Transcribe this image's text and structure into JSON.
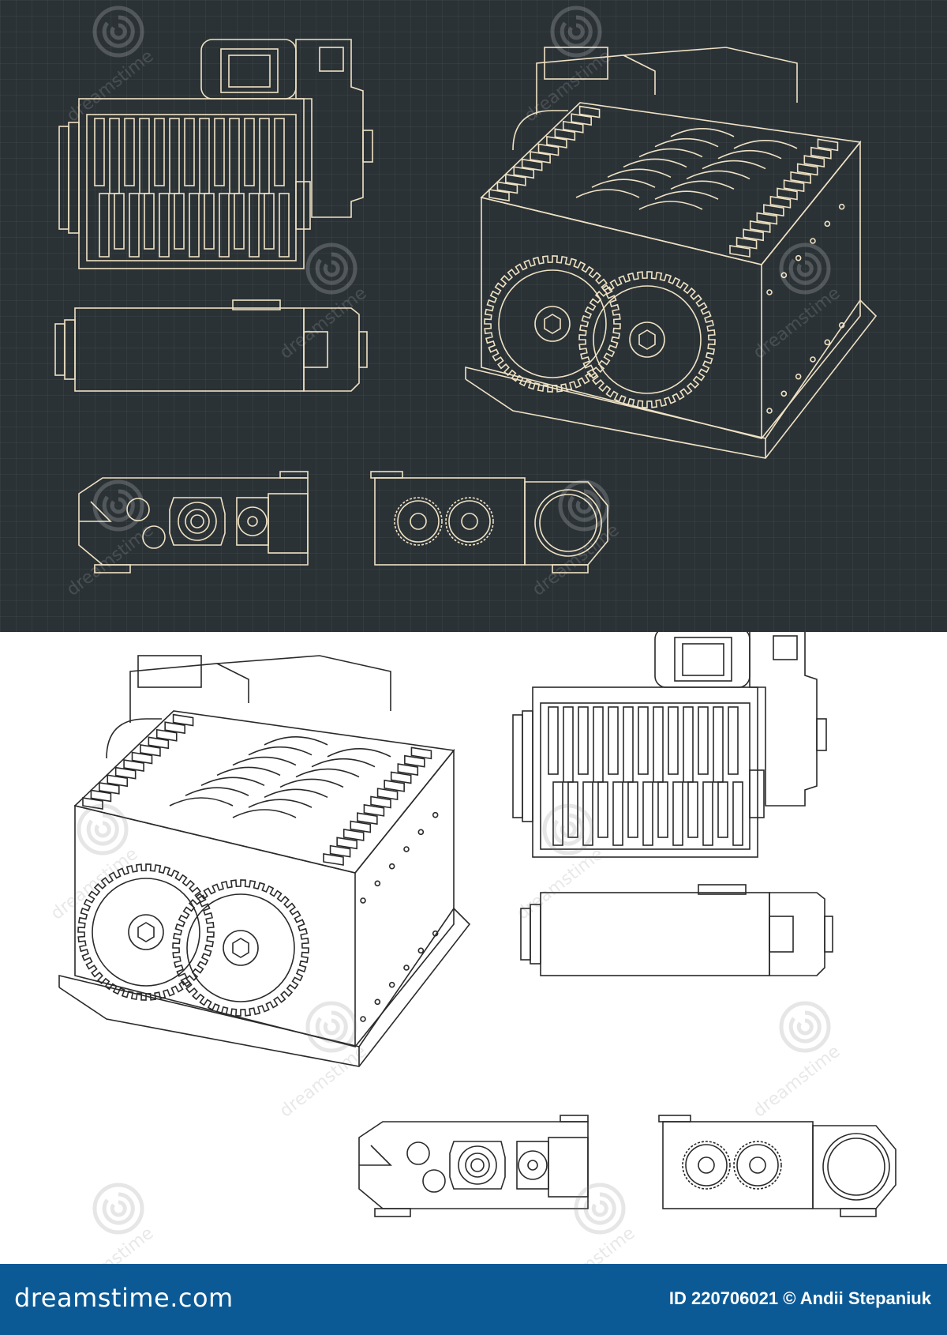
{
  "footer": {
    "brand": "dreamstime.com",
    "image_id": "ID 220706021",
    "copyright_symbol": "©",
    "author": "Andii Stepaniuk"
  },
  "watermark": {
    "text": "dreamstime",
    "icon": "swirl-logo-icon"
  },
  "colors": {
    "dark_background": "#2b3236",
    "blueprint_line": "#efe2c4",
    "light_background": "#ffffff",
    "light_line": "#2a2a2a",
    "footer_background": "#0b5a96"
  }
}
